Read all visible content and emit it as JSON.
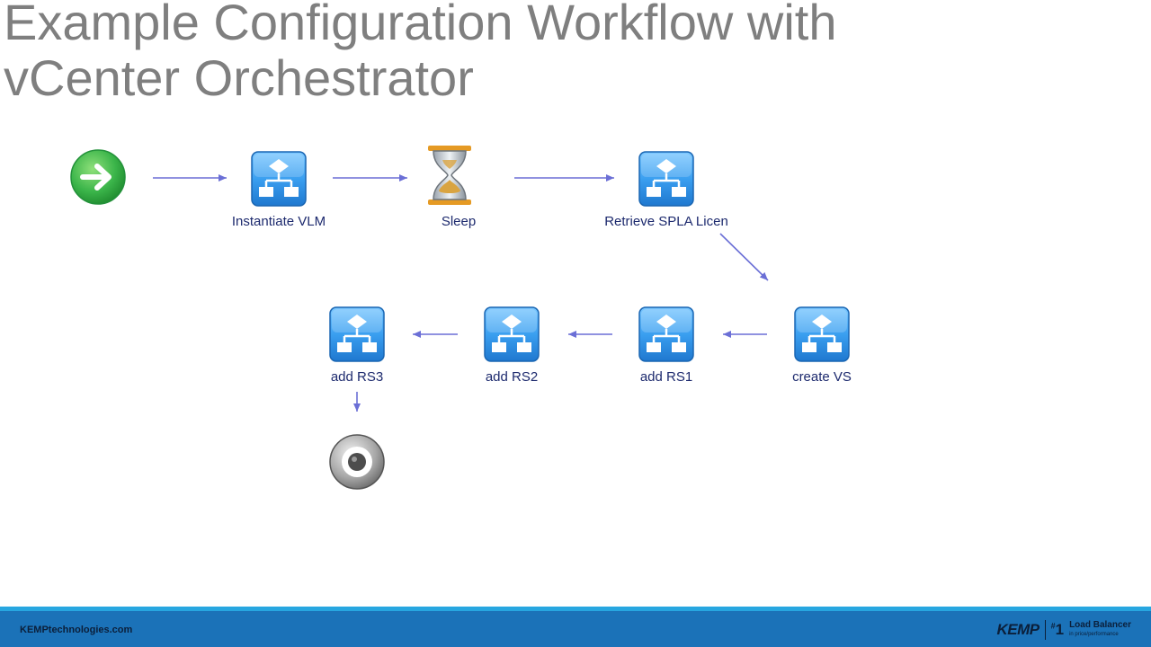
{
  "slide": {
    "title_line1": "Example Configuration Workflow with",
    "title_line2": "vCenter Orchestrator"
  },
  "workflow": {
    "nodes": [
      {
        "id": "start",
        "label": "",
        "icon": "start-arrow-icon",
        "color": "#3bb54a"
      },
      {
        "id": "instantiate_vlm",
        "label": "Instantiate VLM",
        "icon": "workflow-icon"
      },
      {
        "id": "sleep",
        "label": "Sleep",
        "icon": "hourglass-icon"
      },
      {
        "id": "retrieve_spla",
        "label": "Retrieve SPLA Licen",
        "icon": "workflow-icon"
      },
      {
        "id": "create_vs",
        "label": "create VS",
        "icon": "workflow-icon"
      },
      {
        "id": "add_rs1",
        "label": "add RS1",
        "icon": "workflow-icon"
      },
      {
        "id": "add_rs2",
        "label": "add RS2",
        "icon": "workflow-icon"
      },
      {
        "id": "add_rs3",
        "label": "add RS3",
        "icon": "workflow-icon"
      },
      {
        "id": "end",
        "label": "",
        "icon": "end-target-icon"
      }
    ],
    "edges": [
      [
        "start",
        "instantiate_vlm"
      ],
      [
        "instantiate_vlm",
        "sleep"
      ],
      [
        "sleep",
        "retrieve_spla"
      ],
      [
        "retrieve_spla",
        "create_vs"
      ],
      [
        "create_vs",
        "add_rs1"
      ],
      [
        "add_rs1",
        "add_rs2"
      ],
      [
        "add_rs2",
        "add_rs3"
      ],
      [
        "add_rs3",
        "end"
      ]
    ],
    "colors": {
      "arrow": "#6b6fd6",
      "icon_blue": "#2f8fe0",
      "label": "#1d2a6e"
    }
  },
  "footer": {
    "site": "KEMPtechnologies.com",
    "brand": "KEMP",
    "rank_prefix": "#",
    "rank_number": "1",
    "tagline_main": "Load Balancer",
    "tagline_sub": "in price/performance",
    "colors": {
      "bar": "#1b72b8",
      "stripe": "#27a6e0"
    }
  }
}
